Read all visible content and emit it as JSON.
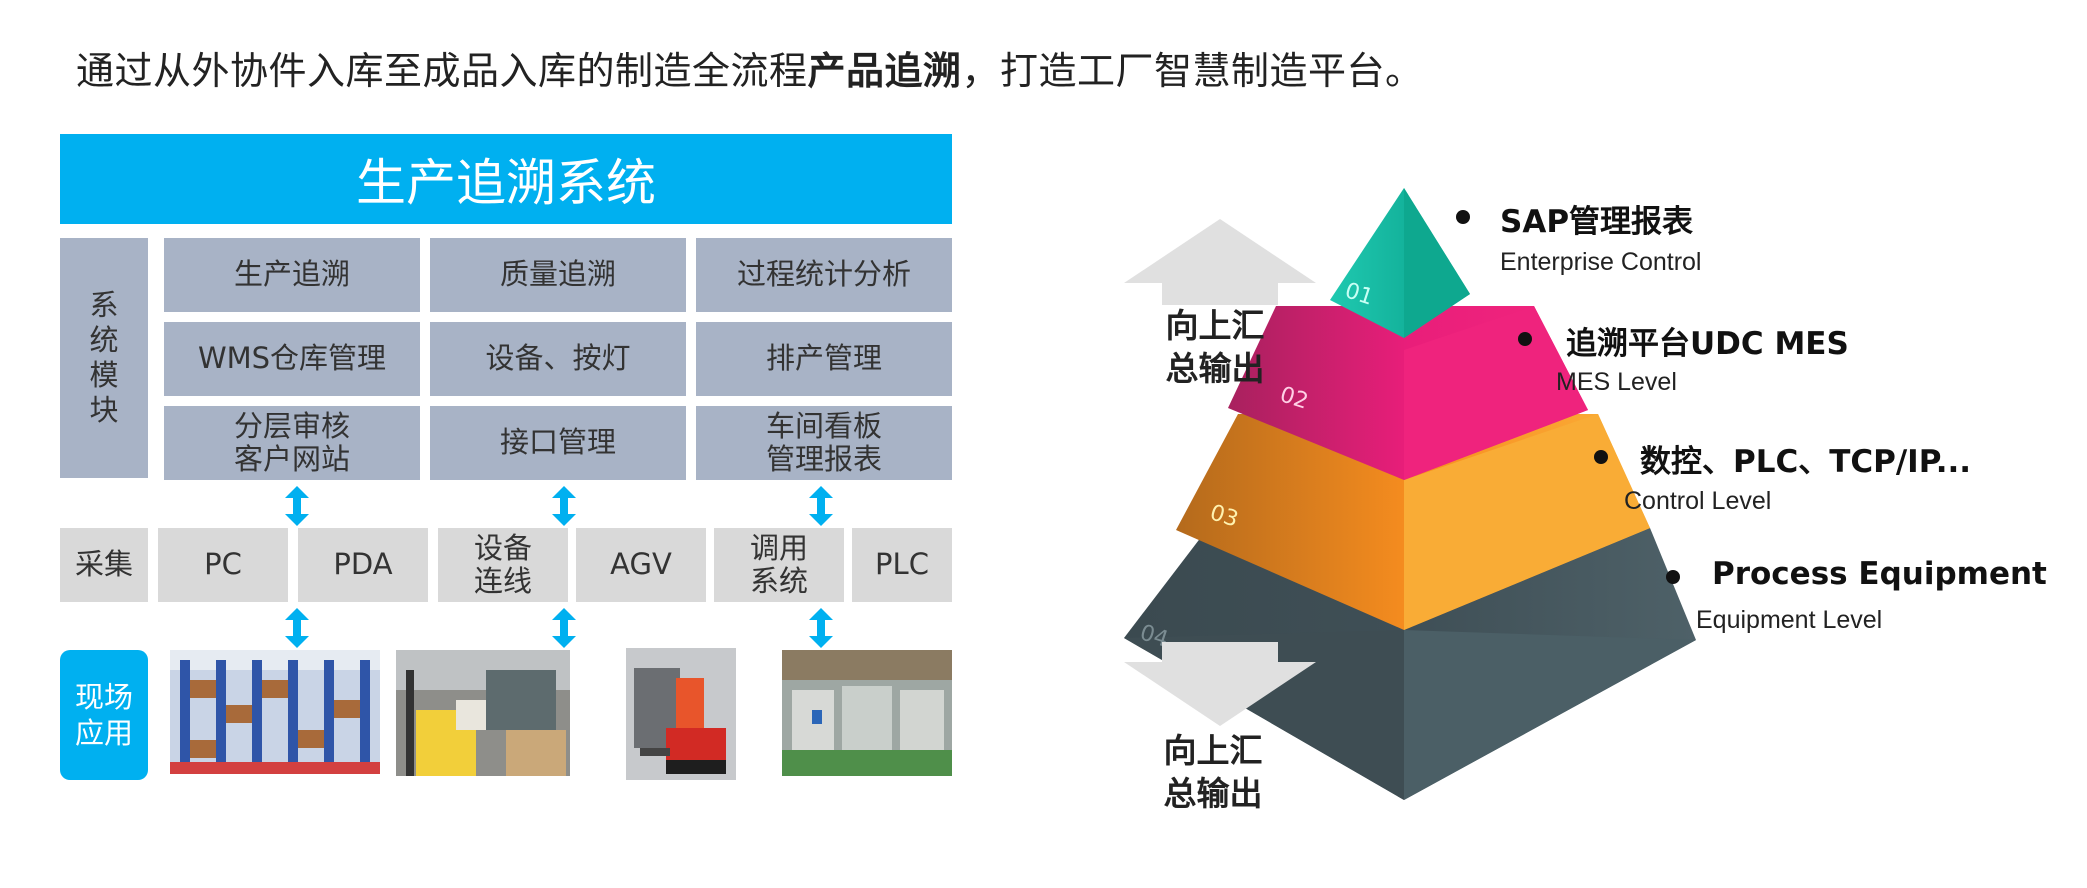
{
  "headline": {
    "prefix": "通过从外协件入库至成品入库的制造全流程",
    "bold": "产品追溯",
    "suffix": "，打造工厂智慧制造平台。"
  },
  "system": {
    "title": "生产追溯系统",
    "side_label": "系\n统\n模\n块",
    "modules": [
      "生产追溯",
      "质量追溯",
      "过程统计分析",
      "WMS仓库管理",
      "设备、按灯",
      "排产管理",
      "分层审核\n客户网站",
      "接口管理",
      "车间看板\n管理报表"
    ]
  },
  "collect": {
    "label": "采集",
    "items": [
      "PC",
      "PDA",
      "设备\n连线",
      "AGV",
      "调用\n系统",
      "PLC"
    ]
  },
  "site": {
    "label": "现场\n应用"
  },
  "pyramid": {
    "arrow_up_text": "向上汇\n总输出",
    "arrow_down_text": "向上汇\n总输出",
    "levels": [
      {
        "num": "01",
        "title": "SAP管理报表",
        "subtitle": "Enterprise Control",
        "color": "#13bfa6"
      },
      {
        "num": "02",
        "title": "追溯平台UDC MES",
        "subtitle": "MES Level",
        "color": "#e91e7a"
      },
      {
        "num": "03",
        "title": "数控、PLC、TCP/IP...",
        "subtitle": "Control Level",
        "color": "#f7a030"
      },
      {
        "num": "04",
        "title": "Process Equipment",
        "subtitle": "Equipment Level",
        "color": "#44575f"
      }
    ]
  },
  "colors": {
    "accent": "#00b0f0",
    "module_bg": "#a8b3c6",
    "collect_bg": "#d9d9d9"
  }
}
